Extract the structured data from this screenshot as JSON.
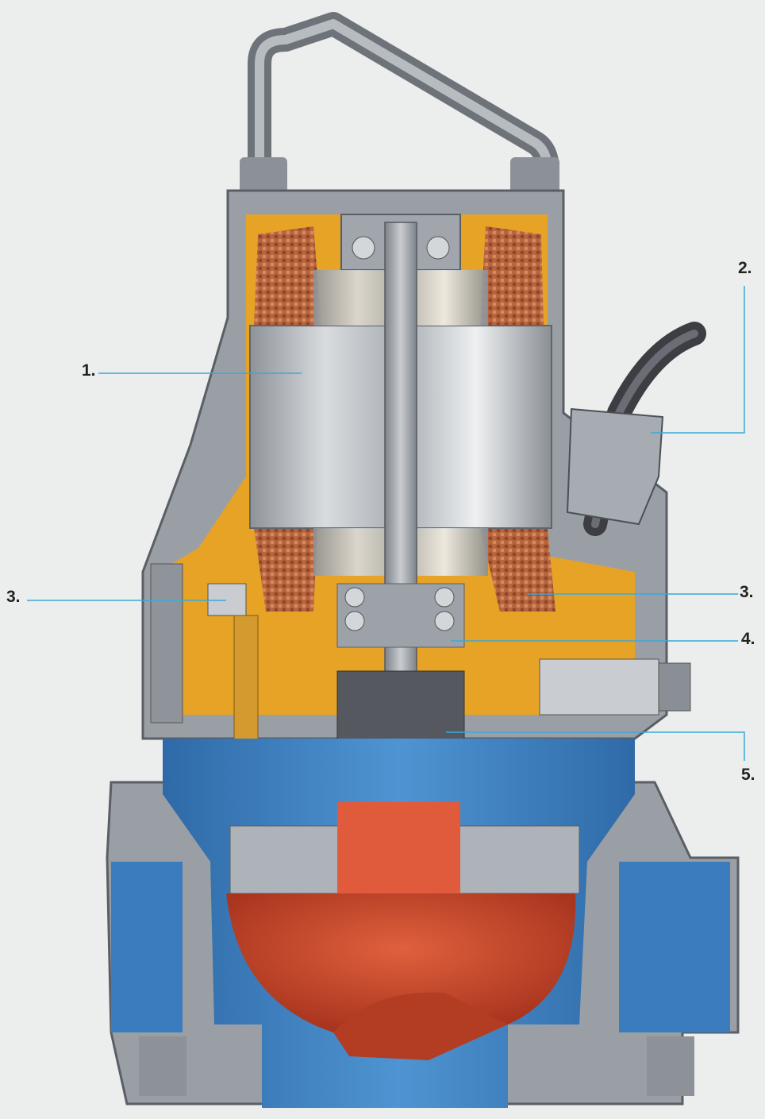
{
  "colors": {
    "background": "#eceded",
    "casing": "#9a9fa6",
    "oil_chamber": "#e6a325",
    "volute": "#3d7fbf",
    "impeller": "#c6452a",
    "copper_winding": "#b86a43",
    "leader_line": "#3aa9d8"
  },
  "callouts": [
    {
      "label": "1.",
      "part": "stator-rotor"
    },
    {
      "label": "2.",
      "part": "power-cable-gland"
    },
    {
      "label": "3.",
      "part": "oil-chamber-left"
    },
    {
      "label": "3.",
      "part": "winding-protector"
    },
    {
      "label": "4.",
      "part": "ball-bearings"
    },
    {
      "label": "5.",
      "part": "mechanical-seal"
    }
  ]
}
